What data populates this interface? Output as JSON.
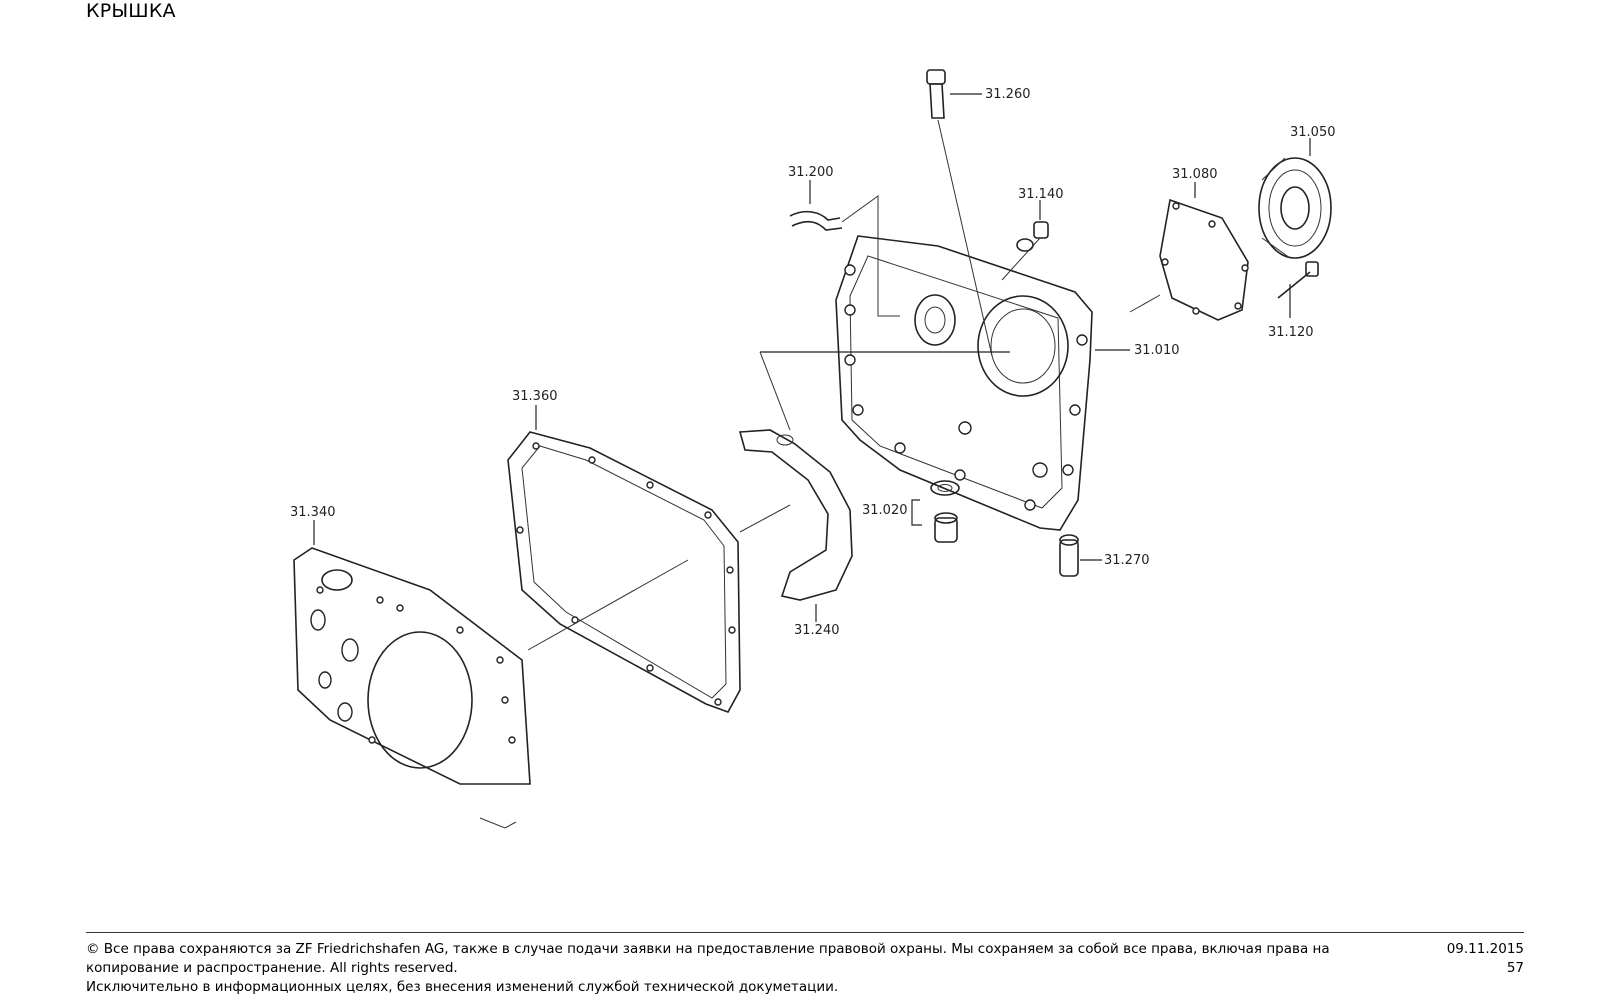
{
  "page": {
    "title": "КРЫШКА"
  },
  "diagram": {
    "callouts": {
      "p31260": "31.260",
      "p31050": "31.050",
      "p31080": "31.080",
      "p31200": "31.200",
      "p31140": "31.140",
      "p31010": "31.010",
      "p31120": "31.120",
      "p31360": "31.360",
      "p31340": "31.340",
      "p31020": "31.020",
      "p31270": "31.270",
      "p31240": "31.240"
    }
  },
  "footer": {
    "copyright_line1": "© Все права сохраняются за ZF Friedrichshafen AG, также в случае подачи заявки на предоставление правовой охраны. Мы сохраняем за собой все права, включая права на",
    "copyright_line2": "копирование и распространение. All rights reserved.",
    "disclaimer": "Исключительно в информационных целях, без внесения изменений службой технической докуметации.",
    "date": "09.11.2015",
    "page_number": "57"
  }
}
